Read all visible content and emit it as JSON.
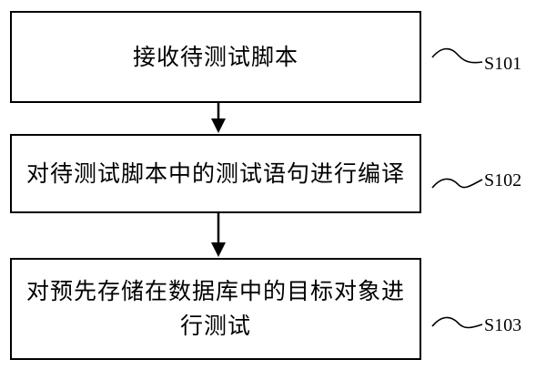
{
  "steps": [
    {
      "id": "S101",
      "text": "接收待测试脚本"
    },
    {
      "id": "S102",
      "text": "对待测试脚本中的测试语句进行编译"
    },
    {
      "id": "S103",
      "text": "对预先存储在数据库中的目标对象进行测试"
    }
  ],
  "colors": {
    "stroke": "#000000",
    "background": "#ffffff"
  }
}
